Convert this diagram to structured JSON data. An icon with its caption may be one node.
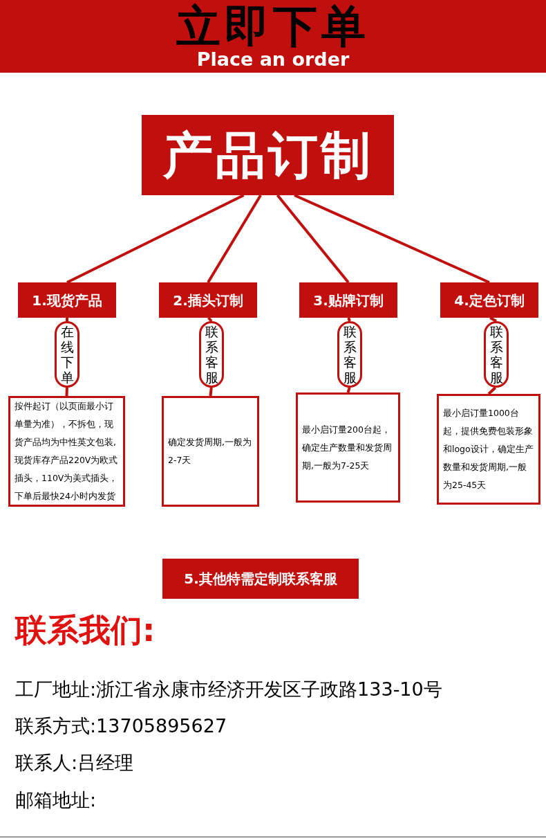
{
  "diagram": {
    "nodes": [
      {
        "text": [
          "立即下单",
          "Place an order"
        ]
      },
      {
        "text": [
          "产品订制"
        ]
      },
      {
        "text": [
          "1.现货产品"
        ]
      },
      {
        "text": [
          "在线下单"
        ]
      },
      {
        "text": [
          "按件起订（以页面最小订单量为准），不拆包，现货产品均为中性英文包装,现货库存产品220V为欧式插头，110V为美式插头，下单后最快24小时内发货"
        ]
      },
      {
        "text": [
          "2.插头订制"
        ]
      },
      {
        "text": [
          "联系客服"
        ]
      },
      {
        "text": [
          "确定发货周期,一般为2-7天"
        ]
      },
      {
        "text": [
          "3.贴牌订制"
        ]
      },
      {
        "text": [
          "联系客服"
        ]
      },
      {
        "text": [
          "最小启订量200台起，确定生产数量和发货周期,一般为7-25天"
        ]
      },
      {
        "text": [
          "4.定色订制"
        ]
      },
      {
        "text": [
          "联系客服"
        ]
      },
      {
        "text": [
          "最小启订量1000台起，提供免费包装形象和logo设计，确定生产数量和发货周期,一般为25-45天"
        ]
      },
      {
        "text": [
          "5.其他特需定制联系客服"
        ]
      }
    ],
    "edges": [
      {
        "from": 1,
        "to": 2,
        "arrow": "none"
      },
      {
        "from": 1,
        "to": 5,
        "arrow": "none"
      },
      {
        "from": 1,
        "to": 8,
        "arrow": "none"
      },
      {
        "from": 1,
        "to": 11,
        "arrow": "none"
      },
      {
        "from": 2,
        "to": 3,
        "arrow": "none"
      },
      {
        "from": 3,
        "to": 4,
        "arrow": "none"
      },
      {
        "from": 5,
        "to": 6,
        "arrow": "none"
      },
      {
        "from": 6,
        "to": 7,
        "arrow": "none"
      },
      {
        "from": 8,
        "to": 9,
        "arrow": "none"
      },
      {
        "from": 9,
        "to": 10,
        "arrow": "none"
      },
      {
        "from": 11,
        "to": 12,
        "arrow": "none"
      },
      {
        "from": 12,
        "to": 13,
        "arrow": "none"
      }
    ],
    "labels": [
      "联系我们:",
      "工厂地址:浙江省永康市经济开发区子政路133-10号",
      "联系方式:13705895627",
      "联系人:吕经理",
      "邮箱地址:"
    ]
  }
}
